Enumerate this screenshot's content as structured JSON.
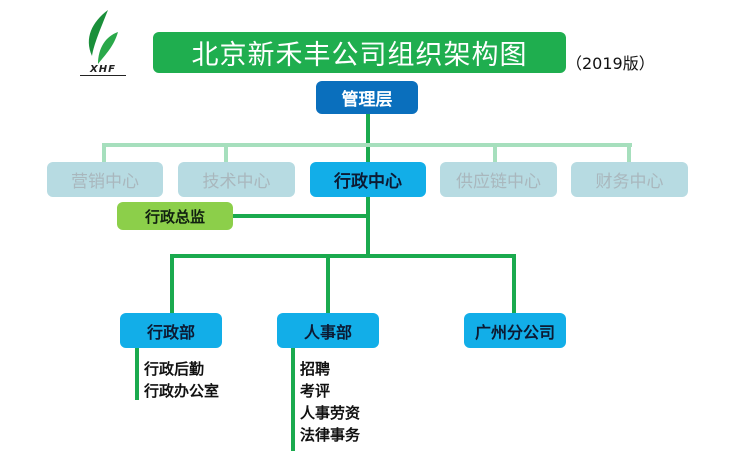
{
  "logo": {
    "text": "XHF",
    "icon": "leaf-logo-icon",
    "color": "#1a8f3a"
  },
  "title": {
    "text": "北京新禾丰公司组织架构图",
    "edition": "（2019版）",
    "color": "#1fae4f"
  },
  "root": {
    "label": "管理层",
    "color": "#0a6fbd"
  },
  "centers": [
    {
      "label": "营销中心",
      "active": false
    },
    {
      "label": "技术中心",
      "active": false
    },
    {
      "label": "行政中心",
      "active": true
    },
    {
      "label": "供应链中心",
      "active": false
    },
    {
      "label": "财务中心",
      "active": false
    }
  ],
  "director": {
    "label": "行政总监",
    "color": "#8ccf4a"
  },
  "departments": [
    {
      "label": "行政部",
      "items": [
        "行政后勤",
        "行政办公室"
      ]
    },
    {
      "label": "人事部",
      "items": [
        "招聘",
        "考评",
        "人事劳资",
        "法律事务"
      ]
    },
    {
      "label": "广州分公司",
      "items": []
    }
  ],
  "colors": {
    "connector_strong": "#1aaa4e",
    "connector_light": "#a6dfbd",
    "box_blue": "#12aee8",
    "box_inactive": "#b7dbe2"
  }
}
